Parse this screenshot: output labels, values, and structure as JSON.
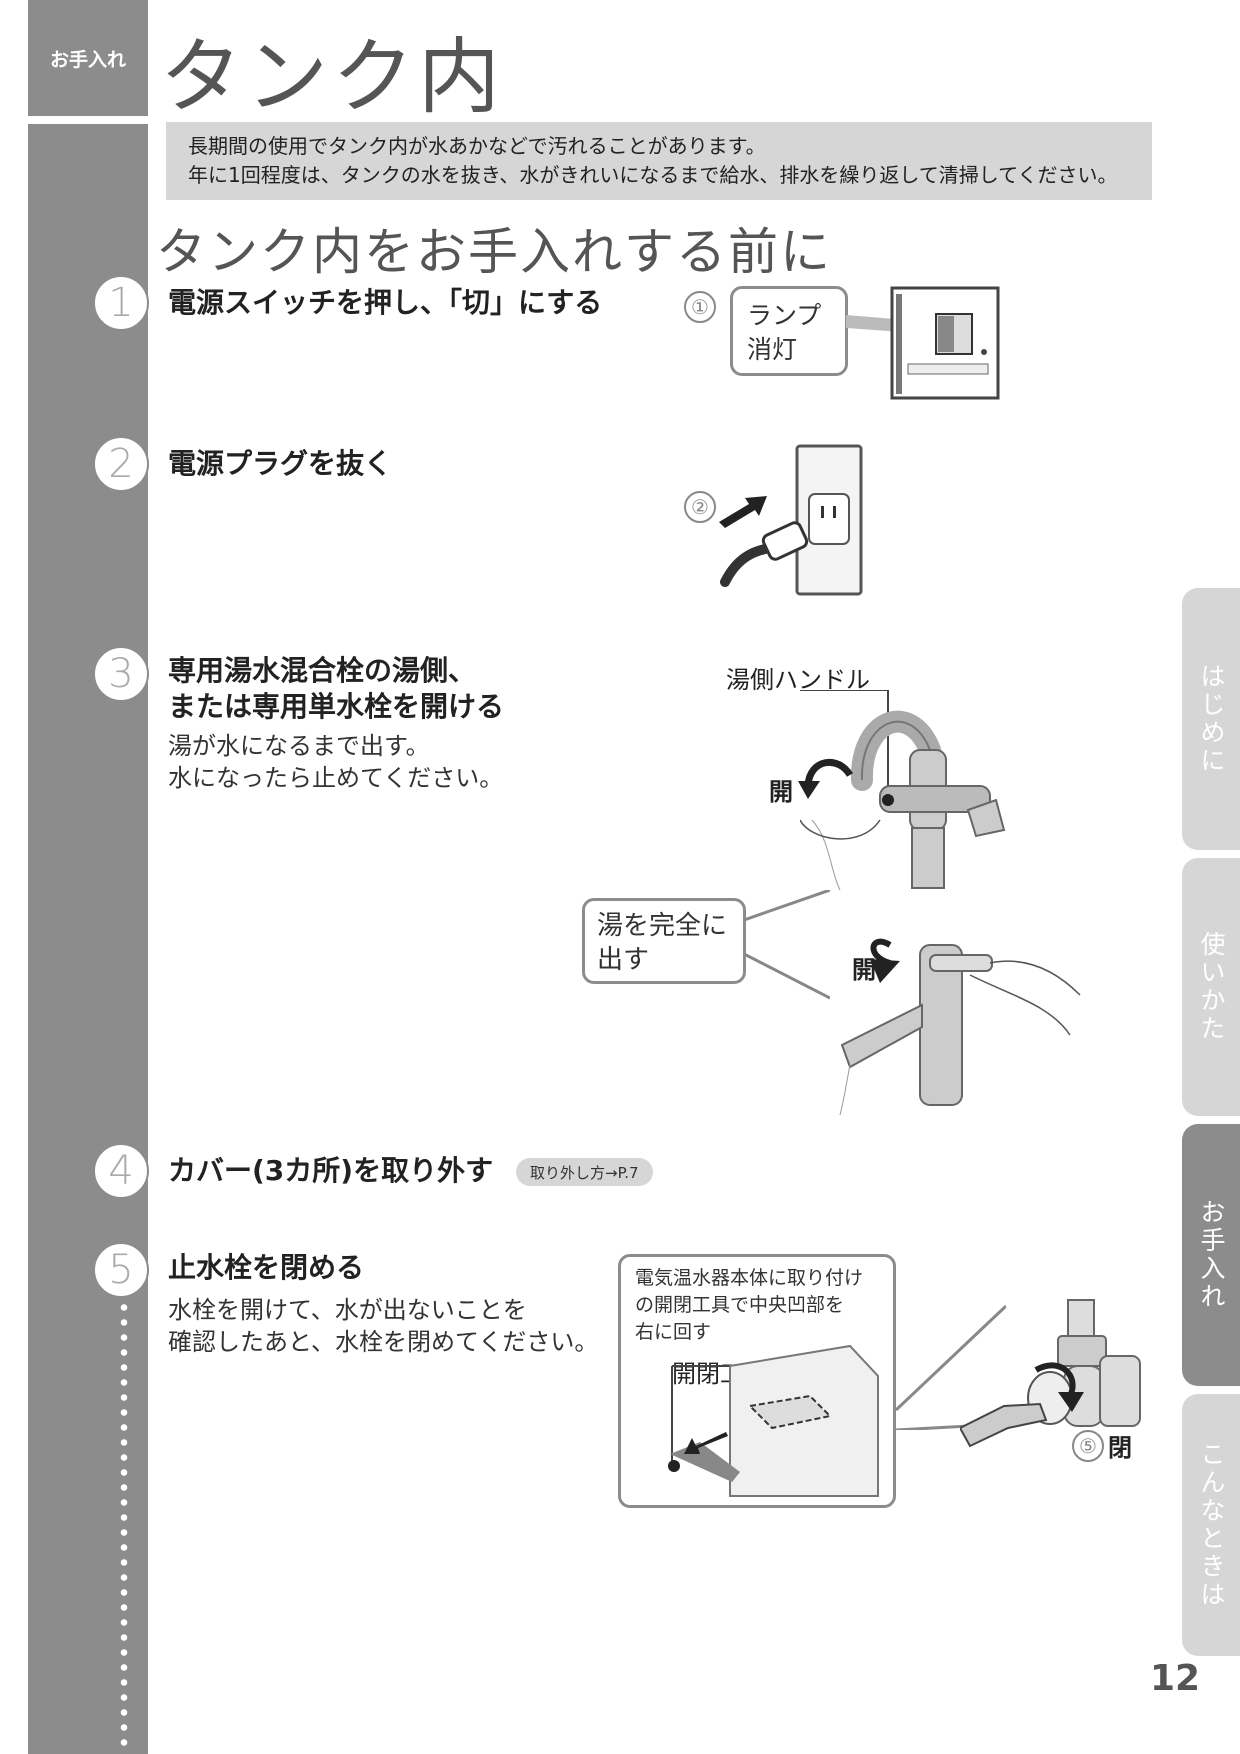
{
  "header": {
    "tag": "お手入れ",
    "title": "タンク内"
  },
  "intro": {
    "line1": "長期間の使用でタンク内が水あかなどで汚れることがあります。",
    "line2": "年に1回程度は、タンクの水を抜き、水がきれいになるまで給水、排水を繰り返して清掃してください。"
  },
  "section_heading": "タンク内をお手入れする前に",
  "steps": [
    {
      "num": "1",
      "title": "電源スイッチを押し、「切」にする"
    },
    {
      "num": "2",
      "title": "電源プラグを抜く"
    },
    {
      "num": "3",
      "title_line1": "専用湯水混合栓の湯側、",
      "title_line2": "または専用単水栓を開ける",
      "text_line1": "湯が水になるまで出す。",
      "text_line2": "水になったら止めてください。"
    },
    {
      "num": "4",
      "title": "カバー(3カ所)を取り外す",
      "ref": "取り外し方→P.7"
    },
    {
      "num": "5",
      "title": "止水栓を閉める",
      "text_line1": "水栓を開けて、水が出ないことを",
      "text_line2": "確認したあと、水栓を閉めてください。"
    }
  ],
  "illustrations": {
    "step1": {
      "marker": "①",
      "callout_line1": "ランプ",
      "callout_line2": "消灯"
    },
    "step2": {
      "marker": "②"
    },
    "step3": {
      "handle_label": "湯側ハンドル",
      "open_label_1": "開",
      "open_label_2": "開",
      "callout_line1": "湯を完全に",
      "callout_line2": "出す"
    },
    "step5": {
      "callout_line1": "電気温水器本体に取り付け",
      "callout_line2": "の開閉工具で中央凹部を",
      "callout_line3": "右に回す",
      "tool_label": "開閉工具",
      "marker": "⑤",
      "close_label": "閉"
    }
  },
  "side_tabs": [
    {
      "label": "はじめに",
      "active": false
    },
    {
      "label": "使いかた",
      "active": false
    },
    {
      "label": "お手入れ",
      "active": true
    },
    {
      "label": "こんなときは",
      "active": false
    }
  ],
  "page_number": "12"
}
